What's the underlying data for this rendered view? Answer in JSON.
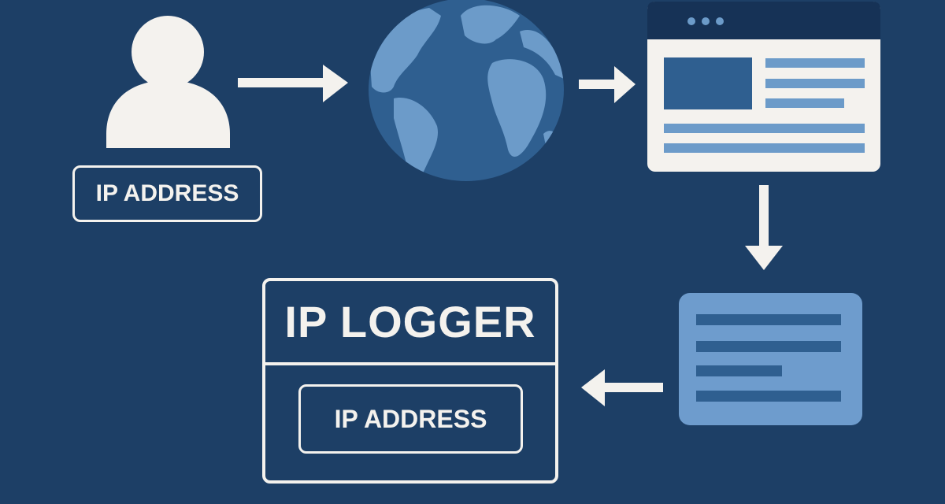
{
  "user": {
    "label": "IP ADDRESS"
  },
  "logger": {
    "title": "IP LOGGER",
    "field_label": "IP ADDRESS"
  },
  "colors": {
    "background": "#1d3f66",
    "foreground": "#f4f2ee",
    "globe_ocean": "#2f5f90",
    "globe_land": "#6c9bc9",
    "browser_bar": "#163256",
    "card": "#6e9ccd"
  }
}
